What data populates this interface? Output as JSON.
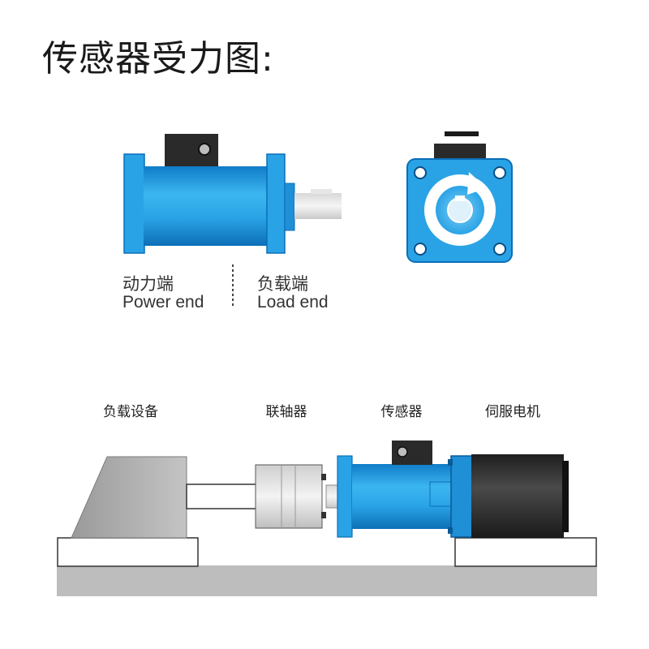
{
  "title": "传感器受力图:",
  "power_end": {
    "cn": "动力端",
    "en": "Power end"
  },
  "load_end": {
    "cn": "负载端",
    "en": "Load end"
  },
  "components": {
    "load_device": "负载设备",
    "coupling": "联轴器",
    "sensor": "传感器",
    "servo_motor": "伺服电机"
  },
  "colors": {
    "sensor_blue": "#2aa3e6",
    "sensor_dark": "#0a6fb8",
    "motor_dark": "#2b2b2b",
    "base_gray": "#bdbdbd"
  }
}
